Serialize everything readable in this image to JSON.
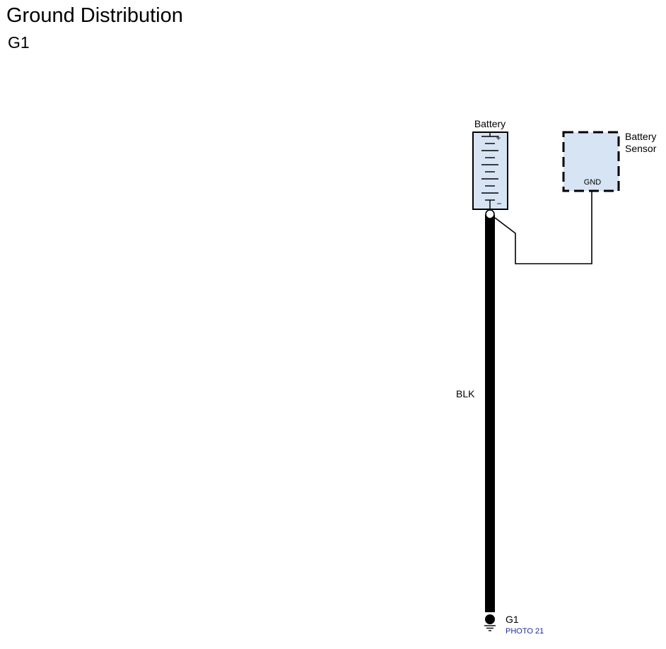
{
  "header": {
    "title": "Ground Distribution",
    "subtitle": "G1"
  },
  "battery": {
    "label": "Battery",
    "positive_symbol": "+",
    "negative_symbol": "−"
  },
  "battery_sensor": {
    "label_line1": "Battery",
    "label_line2": "Sensor",
    "pin_label": "GND"
  },
  "wire": {
    "color_code": "BLK"
  },
  "ground": {
    "label": "G1",
    "photo_ref": "PHOTO 21"
  },
  "colors": {
    "component_fill": "#d6e4f4",
    "wire": "#000000",
    "photo_link": "#1f2a9b"
  }
}
